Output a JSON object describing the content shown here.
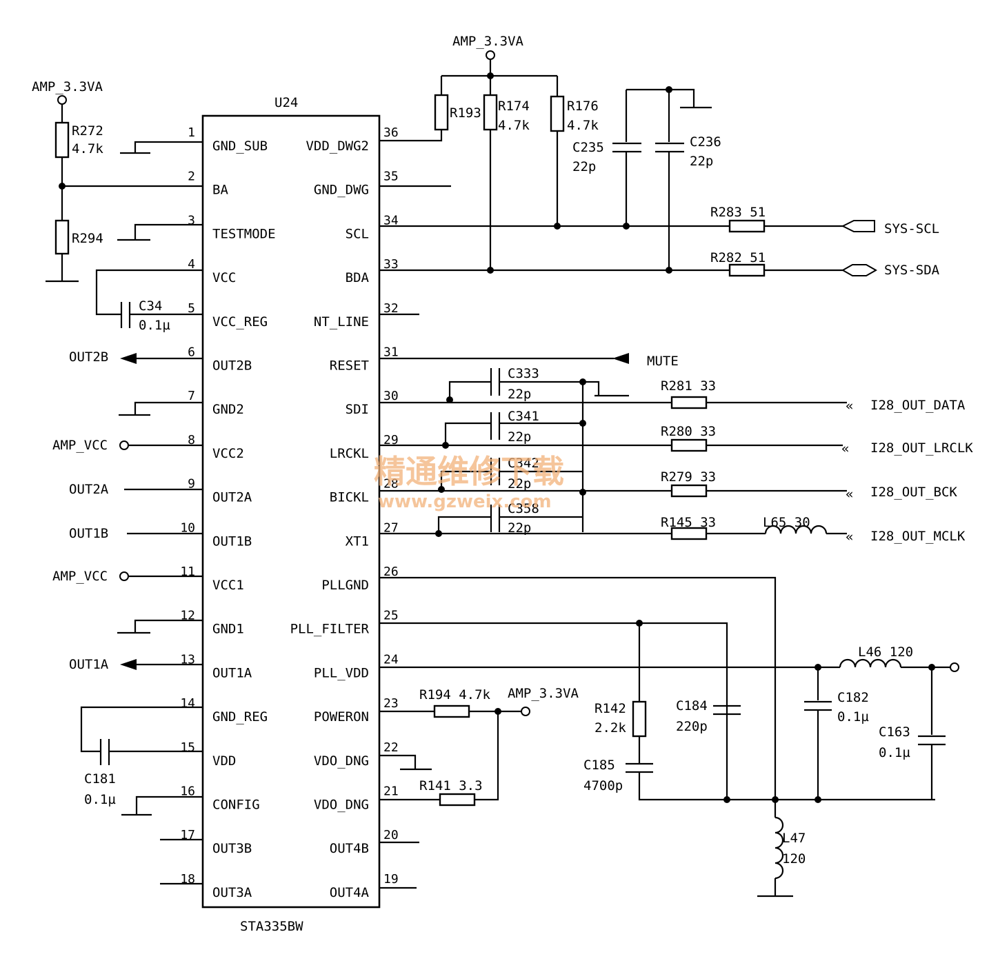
{
  "chip": {
    "ref": "U24",
    "part": "STA335BW",
    "left_pins": [
      {
        "num": "1",
        "name": "GND_SUB"
      },
      {
        "num": "2",
        "name": "BA"
      },
      {
        "num": "3",
        "name": "TESTMODE"
      },
      {
        "num": "4",
        "name": "VCC"
      },
      {
        "num": "5",
        "name": "VCC_REG"
      },
      {
        "num": "6",
        "name": "OUT2B"
      },
      {
        "num": "7",
        "name": "GND2"
      },
      {
        "num": "8",
        "name": "VCC2"
      },
      {
        "num": "9",
        "name": "OUT2A"
      },
      {
        "num": "10",
        "name": "OUT1B"
      },
      {
        "num": "11",
        "name": "VCC1"
      },
      {
        "num": "12",
        "name": "GND1"
      },
      {
        "num": "13",
        "name": "OUT1A"
      },
      {
        "num": "14",
        "name": "GND_REG"
      },
      {
        "num": "15",
        "name": "VDD"
      },
      {
        "num": "16",
        "name": "CONFIG"
      },
      {
        "num": "17",
        "name": "OUT3B"
      },
      {
        "num": "18",
        "name": "OUT3A"
      }
    ],
    "right_pins": [
      {
        "num": "36",
        "name": "VDD_DWG2"
      },
      {
        "num": "35",
        "name": "GND_DWG"
      },
      {
        "num": "34",
        "name": "SCL"
      },
      {
        "num": "33",
        "name": "BDA"
      },
      {
        "num": "32",
        "name": "NT_LINE"
      },
      {
        "num": "31",
        "name": "RESET"
      },
      {
        "num": "30",
        "name": "SDI"
      },
      {
        "num": "29",
        "name": "LRCKL"
      },
      {
        "num": "28",
        "name": "BICKL"
      },
      {
        "num": "27",
        "name": "XT1"
      },
      {
        "num": "26",
        "name": "PLLGND"
      },
      {
        "num": "25",
        "name": "PLL_FILTER"
      },
      {
        "num": "24",
        "name": "PLL_VDD"
      },
      {
        "num": "23",
        "name": "POWERON"
      },
      {
        "num": "22",
        "name": "VDO_DNG"
      },
      {
        "num": "21",
        "name": "VDO_DNG"
      },
      {
        "num": "20",
        "name": "OUT4B"
      },
      {
        "num": "19",
        "name": "OUT4A"
      }
    ]
  },
  "nets": {
    "amp_33va": "AMP_3.3VA",
    "amp_vcc": "AMP_VCC",
    "out2b": "OUT2B",
    "out2a": "OUT2A",
    "out1b": "OUT1B",
    "out1a": "OUT1A",
    "mute": "MUTE",
    "sys_scl": "SYS-SCL",
    "sys_sda": "SYS-SDA",
    "i2s_data": "I28_OUT_DATA",
    "i2s_lrclk": "I28_OUT_LRCLK",
    "i2s_bck": "I28_OUT_BCK",
    "i2s_mclk": "I28_OUT_MCLK"
  },
  "parts": {
    "r272": {
      "ref": "R272",
      "value": "4.7k"
    },
    "r294": {
      "ref": "R294"
    },
    "c34": {
      "ref": "C34",
      "value": "0.1µ"
    },
    "c181": {
      "ref": "C181",
      "value": "0.1µ"
    },
    "r193": {
      "ref": "R193"
    },
    "r174": {
      "ref": "R174",
      "value": "4.7k"
    },
    "r176": {
      "ref": "R176",
      "value": "4.7k"
    },
    "c235": {
      "ref": "C235",
      "value": "22p"
    },
    "c236": {
      "ref": "C236",
      "value": "22p"
    },
    "r283": {
      "label": "R283 51"
    },
    "r282": {
      "label": "R282 51"
    },
    "c333": {
      "ref": "C333",
      "value": "22p"
    },
    "c341": {
      "ref": "C341",
      "value": "22p"
    },
    "c342": {
      "ref": "C342",
      "value": "22p"
    },
    "c358": {
      "ref": "C358",
      "value": "22p"
    },
    "r281": {
      "label": "R281 33"
    },
    "r280": {
      "label": "R280 33"
    },
    "r279": {
      "label": "R279 33"
    },
    "r145": {
      "label": "R145 33"
    },
    "l65": {
      "label": "L65 30"
    },
    "r194": {
      "label": "R194 4.7k"
    },
    "r141": {
      "label": "R141 3.3"
    },
    "r142": {
      "ref": "R142",
      "value": "2.2k"
    },
    "c185": {
      "ref": "C185",
      "value": "4700p"
    },
    "c184": {
      "ref": "C184",
      "value": "220p"
    },
    "c182": {
      "ref": "C182",
      "value": "0.1µ"
    },
    "c163": {
      "ref": "C163",
      "value": "0.1µ"
    },
    "l46": {
      "label": "L46 120"
    },
    "l47": {
      "ref": "L47",
      "value": "120"
    }
  },
  "watermark": {
    "cn": "精通维修下载",
    "url": "www.gzweix.com"
  }
}
